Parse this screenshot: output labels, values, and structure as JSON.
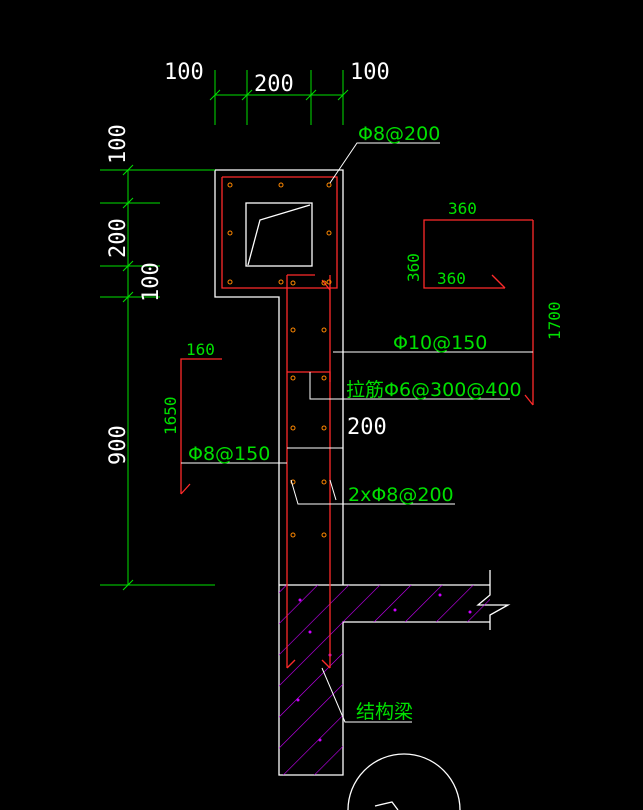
{
  "colors": {
    "background": "#000000",
    "outline": "#ffffff",
    "rebar": "#ff2a2a",
    "dimension": "#00e000",
    "hatch": "#cc00ff"
  },
  "top_dims": {
    "left": "100",
    "middle": "200",
    "right": "100"
  },
  "left_dims": {
    "d1": "100",
    "d2": "200",
    "d3": "100",
    "d4": "900"
  },
  "callouts": {
    "top_rebar": "Φ8@200",
    "horizontal_bar": "Φ10@150",
    "ties": "拉筋Φ6@300@400",
    "wall_thickness": "200",
    "vertical_bar": "Φ8@150",
    "double_bar": "2xΦ8@200",
    "structural_beam": "结构梁"
  },
  "detail_right": {
    "top": "360",
    "left": "360",
    "inner": "360",
    "length": "1700"
  },
  "detail_left": {
    "top": "160",
    "length": "1650"
  },
  "icons": {
    "section_mark": "section-symbol-icon"
  }
}
